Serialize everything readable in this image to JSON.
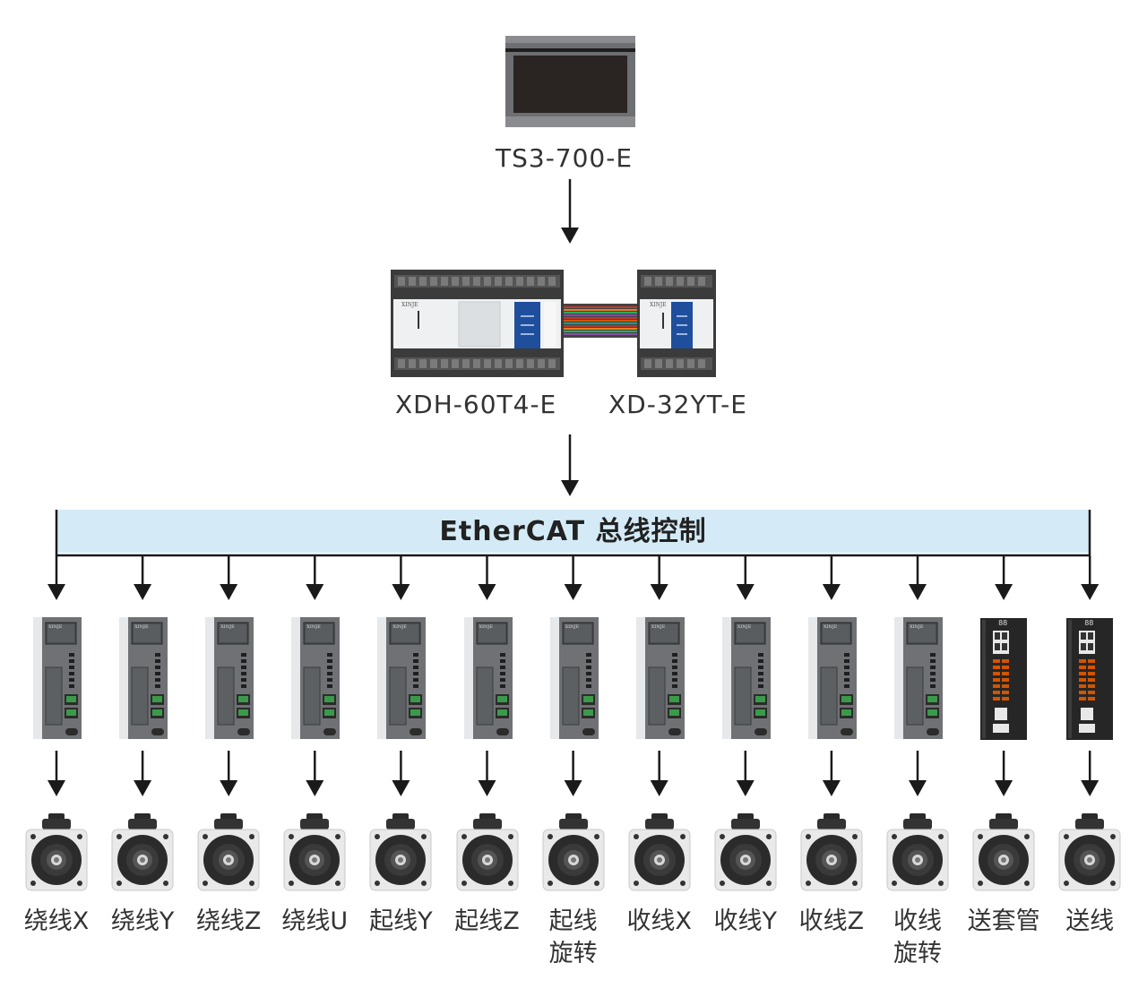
{
  "hmi": {
    "model": "TS3-700-E"
  },
  "plc": {
    "main_model": "XDH-60T4-E",
    "expansion_model": "XD-32YT-E",
    "brand_mark": "XINJE"
  },
  "bus": {
    "title": "EtherCAT 总线控制"
  },
  "drive_brand": "XINJE",
  "stepper_display": "88",
  "axes": [
    {
      "label": "绕线X",
      "drive": "servo"
    },
    {
      "label": "绕线Y",
      "drive": "servo"
    },
    {
      "label": "绕线Z",
      "drive": "servo"
    },
    {
      "label": "绕线U",
      "drive": "servo"
    },
    {
      "label": "起线Y",
      "drive": "servo"
    },
    {
      "label": "起线Z",
      "drive": "servo"
    },
    {
      "label": "起线\n旋转",
      "drive": "servo"
    },
    {
      "label": "收线X",
      "drive": "servo"
    },
    {
      "label": "收线Y",
      "drive": "servo"
    },
    {
      "label": "收线Z",
      "drive": "servo"
    },
    {
      "label": "收线\n旋转",
      "drive": "servo"
    },
    {
      "label": "送套管",
      "drive": "stepper"
    },
    {
      "label": "送线",
      "drive": "stepper"
    }
  ],
  "colors": {
    "bus_bar": "#d4ebf7",
    "arrow": "#1a1a1a",
    "plc_accent": "#1f4e9c"
  }
}
